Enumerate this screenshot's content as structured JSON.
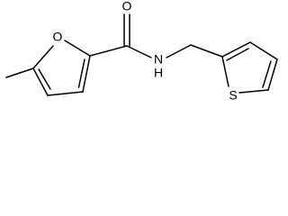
{
  "molecule": {
    "atoms": {
      "carbonyl_oxygen": "O",
      "furan_oxygen": "O",
      "amide_nitrogen": "N",
      "amide_hydrogen": "H",
      "thiophene_sulfur": "S"
    },
    "colors": {
      "bond": "#000000",
      "background": "#ffffff"
    }
  }
}
